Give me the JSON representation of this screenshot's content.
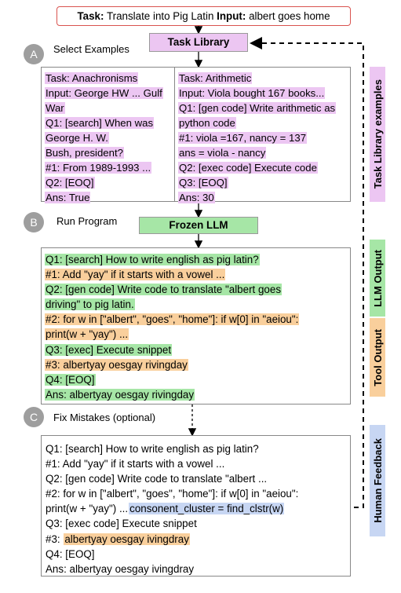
{
  "task": {
    "task_label": "Task:",
    "task_text": "Translate into Pig Latin",
    "input_label": "Input:",
    "input_text": "albert goes home"
  },
  "task_library": {
    "title": "Task Library"
  },
  "steps": {
    "a": {
      "letter": "A",
      "label": "Select Examples"
    },
    "b": {
      "letter": "B",
      "label": "Run Program"
    },
    "c": {
      "letter": "C",
      "label": "Fix Mistakes (optional)"
    }
  },
  "examples": {
    "left": [
      "Task: Anachronisms",
      "Input: George HW ... Gulf",
      "War",
      "Q1: [search] When was",
      "George H. W.",
      "Bush, president?",
      "#1: From 1989-1993 ...",
      "Q2: [EOQ]",
      "Ans: True"
    ],
    "right": [
      "Task: Arithmetic",
      "Input: Viola bought 167 books...",
      "Q1: [gen code] Write arithmetic as",
      "python code",
      "#1: viola =167, nancy = 137",
      "ans = viola - nancy",
      "Q2: [exec code] Execute code",
      "Q3: [EOQ]",
      "Ans: 30"
    ]
  },
  "frozen_llm": {
    "title": "Frozen LLM"
  },
  "program": {
    "lines": [
      "Q1: [search] How to write english as pig latin?",
      "#1: Add \"yay\" if it starts with a vowel ...",
      "Q2: [gen code] Write code to translate \"albert goes",
      "driving\" to pig latin.",
      "#2:  for w in [\"albert\", \"goes\", \"home\"]: if w[0] in \"aeiou\":",
      "print(w + \"yay\") ...",
      "Q3: [exec] Execute snippet",
      "#3: albertyay oesgay rivingday",
      "Q4: [EOQ]",
      "Ans: albertyay oesgay rivingday"
    ]
  },
  "fixed": {
    "lines": [
      "Q1: [search] How to write english as pig latin?",
      "#1: Add \"yay\" if it starts with a vowel ...",
      "Q2: [gen code] Write code to translate \"albert ...",
      "#2:  for w in [\"albert\", \"goes\", \"home\"]: if w[0] in \"aeiou\":",
      "print(w + \"yay\") ...",
      "consonent_cluster = find_clstr(w)",
      "Q3: [exec code] Execute snippet",
      "#3:",
      "albertyay oesgay ivingdray",
      "Q4: [EOQ]",
      "Ans: albertyay oesgay ivingdray"
    ]
  },
  "side_labels": {
    "task_library_examples": "Task Library examples",
    "llm_output": "LLM Output",
    "tool_output": "Tool Output",
    "human_feedback": "Human Feedback"
  },
  "colors": {
    "library": "#ecc6f2",
    "llm": "#a6e6a6",
    "tool": "#f9cf9c",
    "human": "#c7d6f3"
  }
}
